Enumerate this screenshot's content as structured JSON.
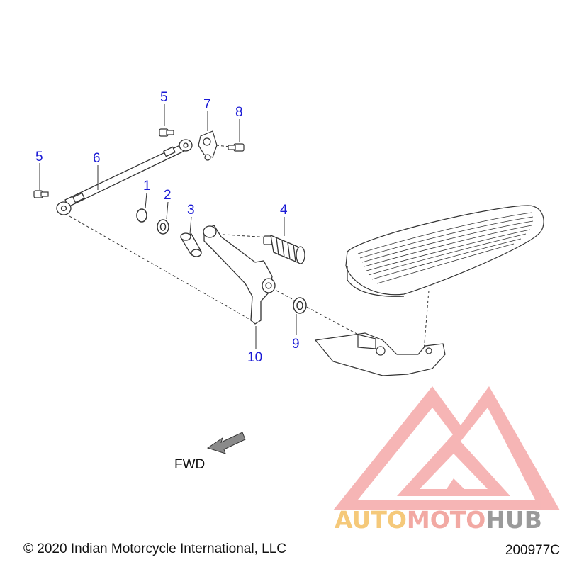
{
  "callouts": [
    {
      "id": "c1",
      "text": "1"
    },
    {
      "id": "c2",
      "text": "2"
    },
    {
      "id": "c3",
      "text": "3"
    },
    {
      "id": "c4",
      "text": "4"
    },
    {
      "id": "c5a",
      "text": "5"
    },
    {
      "id": "c5b",
      "text": "5"
    },
    {
      "id": "c6",
      "text": "6"
    },
    {
      "id": "c7",
      "text": "7"
    },
    {
      "id": "c8",
      "text": "8"
    },
    {
      "id": "c9",
      "text": "9"
    },
    {
      "id": "c10",
      "text": "10"
    }
  ],
  "direction": {
    "label": "FWD"
  },
  "footer": {
    "copyright": "© 2020 Indian Motorcycle International, LLC",
    "doc_number": "200977C"
  },
  "watermark": {
    "part1": "AUTO",
    "part2": "MOTO",
    "part3": "HUB",
    "colors": {
      "part1": "#f5c97a",
      "part2": "#f2a9a3",
      "part3": "#9a9a9a",
      "logo": "#f07a7a"
    }
  },
  "colors": {
    "callout_text": "#1a1ad6",
    "line": "#333333"
  }
}
